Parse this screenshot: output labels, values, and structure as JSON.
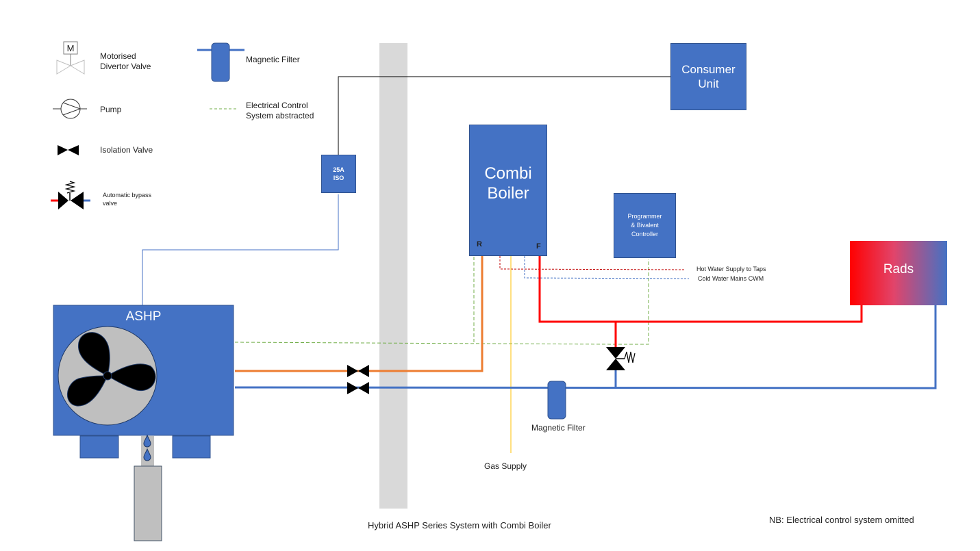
{
  "title": "Hybrid ASHP Series System with Combi Boiler",
  "note": "NB: Electrical control system omitted",
  "legend": {
    "items": [
      {
        "icon": "motorised-divertor-valve-icon",
        "label_line1": "Motorised",
        "label_line2": "Divertor Valve",
        "glyph": "M"
      },
      {
        "icon": "pump-icon",
        "label": "Pump"
      },
      {
        "icon": "isolation-valve-icon",
        "label": "Isolation Valve"
      },
      {
        "icon": "automatic-bypass-valve-icon",
        "label_line1": "Automatic bypass",
        "label_line2": "valve"
      },
      {
        "icon": "magnetic-filter-icon",
        "label": "Magnetic Filter"
      },
      {
        "icon": "dashed-line-icon",
        "label_line1": "Electrical Control",
        "label_line2": "System abstracted"
      }
    ]
  },
  "components": {
    "consumer_unit": {
      "line1": "Consumer",
      "line2": "Unit"
    },
    "iso_switch": {
      "line1": "25A",
      "line2": "ISO"
    },
    "combi_boiler": {
      "line1": "Combi",
      "line2": "Boiler",
      "return_port": "R",
      "flow_port": "F"
    },
    "controller": {
      "line1": "Programmer",
      "line2": "& Bivalent",
      "line3": "Controller"
    },
    "rads": {
      "label": "Rads"
    },
    "ashp": {
      "label": "ASHP"
    },
    "magnetic_filter": {
      "label": "Magnetic Filter"
    },
    "gas_supply": {
      "label": "Gas Supply"
    },
    "hot_water": {
      "label": "Hot Water Supply to Taps"
    },
    "cold_water": {
      "label": "Cold Water Mains CWM"
    }
  },
  "colors": {
    "component_blue": "#4472c4",
    "flow_red": "#ff0000",
    "return_orange": "#ed7d31",
    "return_blue": "#4472c4",
    "control_green": "#70ad47",
    "gas_yellow": "#ffc000",
    "wall_gray": "#d9d9d9"
  }
}
